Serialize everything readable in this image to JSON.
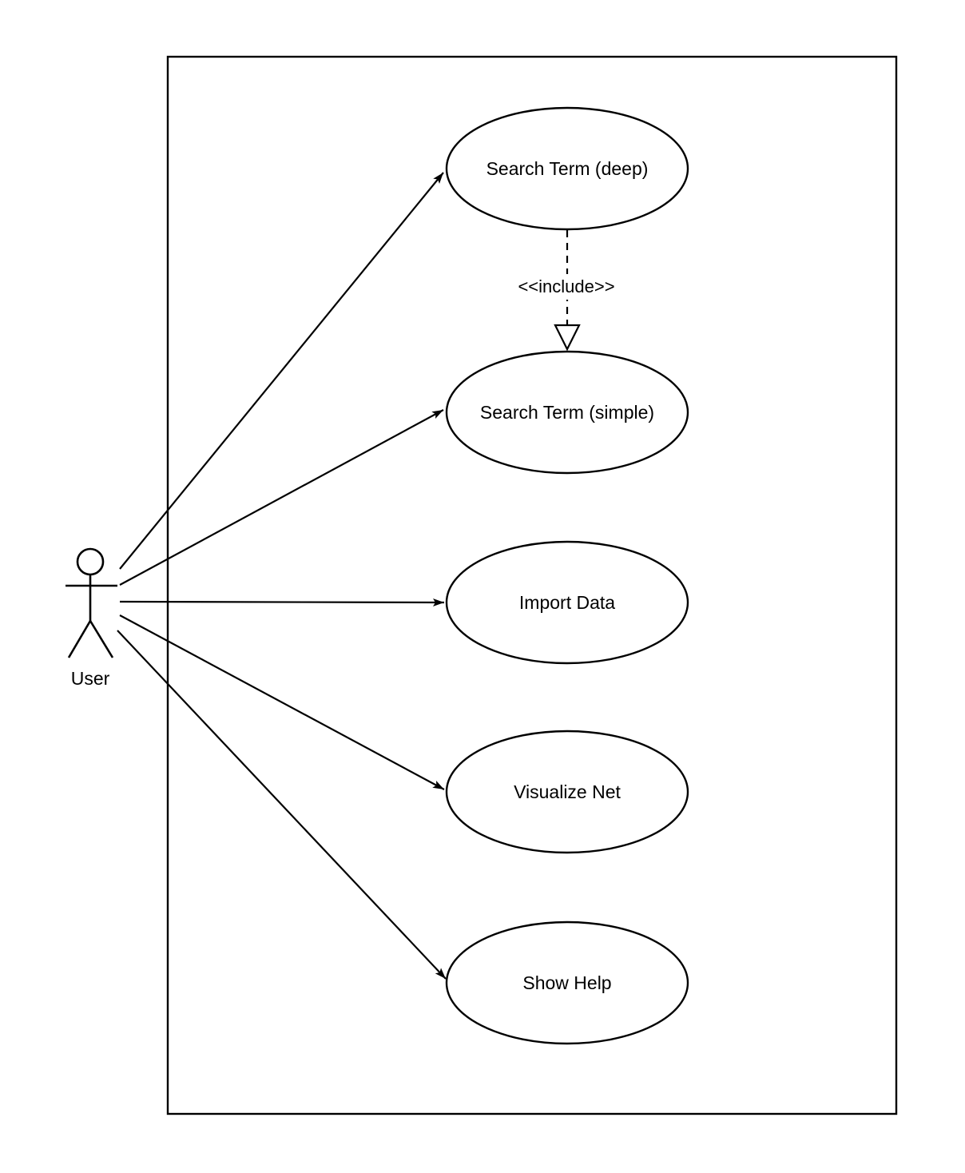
{
  "diagram": {
    "actor": {
      "label": "User"
    },
    "use_cases": [
      {
        "id": "search-term-deep",
        "label": "Search Term (deep)"
      },
      {
        "id": "search-term-simple",
        "label": "Search Term (simple)"
      },
      {
        "id": "import-data",
        "label": "Import Data"
      },
      {
        "id": "visualize-net",
        "label": "Visualize Net"
      },
      {
        "id": "show-help",
        "label": "Show Help"
      }
    ],
    "include": {
      "label": "<<include>>"
    },
    "colors": {
      "stroke": "#000000",
      "shape_fill": "#ffffff",
      "background": "#ffffff"
    }
  }
}
